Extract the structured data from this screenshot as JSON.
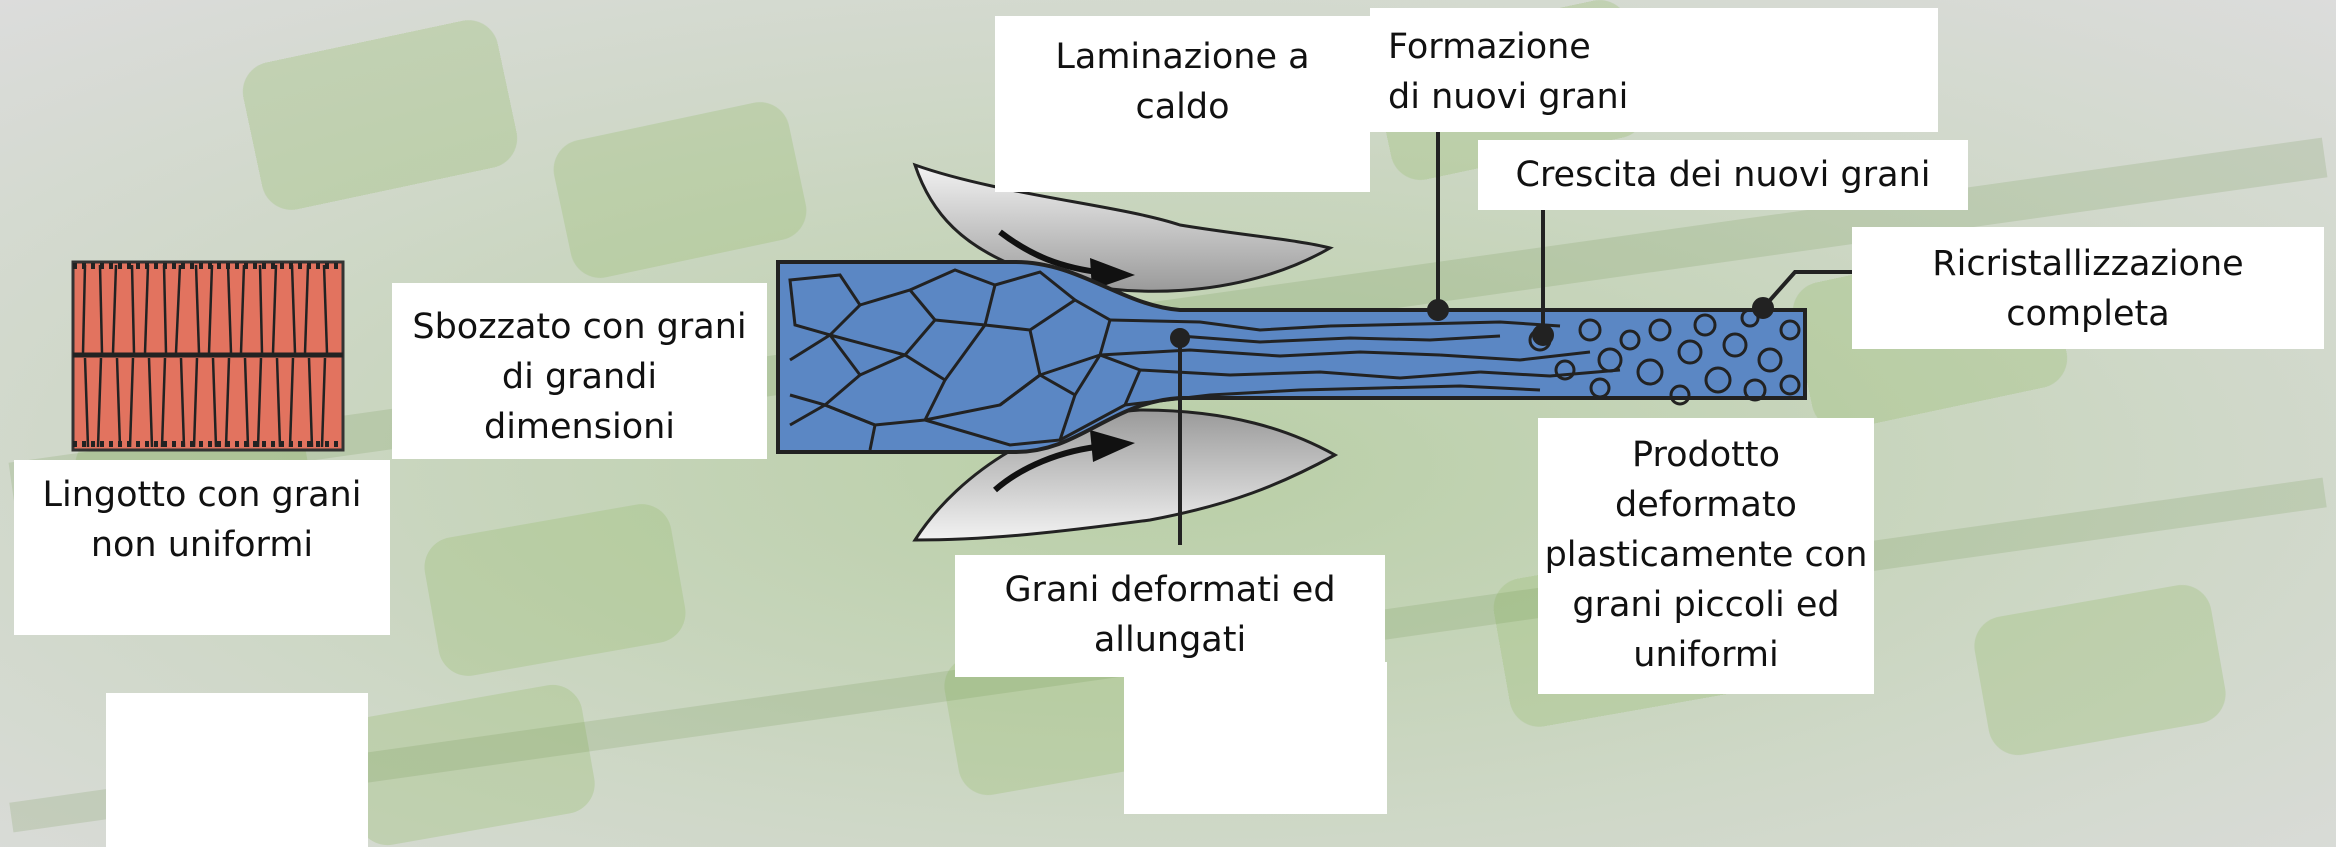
{
  "labels": {
    "ingot": "Lingotto con grani\nnon uniformi",
    "slab": "Sbozzato con grani\ndi grandi\ndimensioni",
    "hot_rolling": "Laminazione a\ncaldo",
    "new_grains": "Formazione\ndi nuovi grani",
    "growth": "Crescita dei nuovi grani",
    "recrystallization": "Ricristallizzazione\ncompleta",
    "deformed": "Grani deformati ed\nallungati",
    "product": "Prodotto\ndeformato\nplasticamente con\ngrani piccoli ed\nuniformi"
  },
  "colors": {
    "grain_fill": "#5b87c4",
    "ingot_fill": "#e2735f",
    "roller_fill": "#d8d8d8",
    "background": "#c9d6c2"
  }
}
